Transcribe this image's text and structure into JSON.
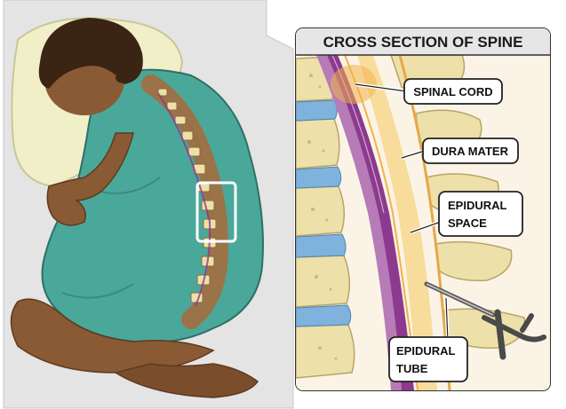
{
  "panel": {
    "title": "CROSS SECTION OF SPINE"
  },
  "labels": {
    "spinal_cord": "SPINAL CORD",
    "dura_mater": "DURA MATER",
    "epidural_space_line1": "EPIDURAL",
    "epidural_space_line2": "SPACE",
    "epidural_tube_line1": "EPIDURAL",
    "epidural_tube_line2": "TUBE"
  },
  "colors": {
    "gown": "#4aa89a",
    "skin": "#8a5a35",
    "hair": "#3a2414",
    "pillow": "#f0efc8",
    "bed": "#dcdcdc",
    "bone": "#ede0a8",
    "disc": "#7fb2dc",
    "cord": "#8b3a8e",
    "cord_light": "#b77bb8",
    "csf": "#f2b24a",
    "highlight_box": "#ffffff"
  }
}
